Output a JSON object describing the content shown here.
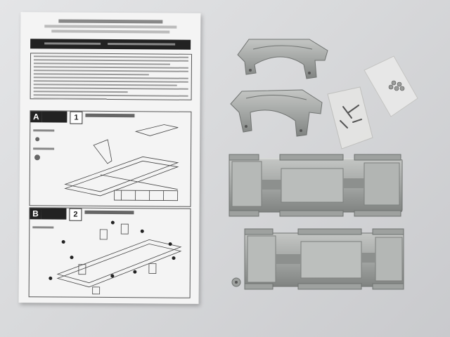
{
  "instruction_sheet": {
    "step_1": {
      "section_letter": "A",
      "step_number": "1"
    },
    "step_2": {
      "section_letter": "B",
      "step_number": "2"
    }
  },
  "colors": {
    "background": "#d8d9db",
    "paper": "#f4f4f4",
    "metal": "#a7aaa8",
    "metal_dark": "#7c7f7d",
    "ink": "#222222"
  },
  "objects": [
    "instruction-sheet",
    "gearbox-mount-frame",
    "chassis-plate",
    "screw-bag"
  ]
}
